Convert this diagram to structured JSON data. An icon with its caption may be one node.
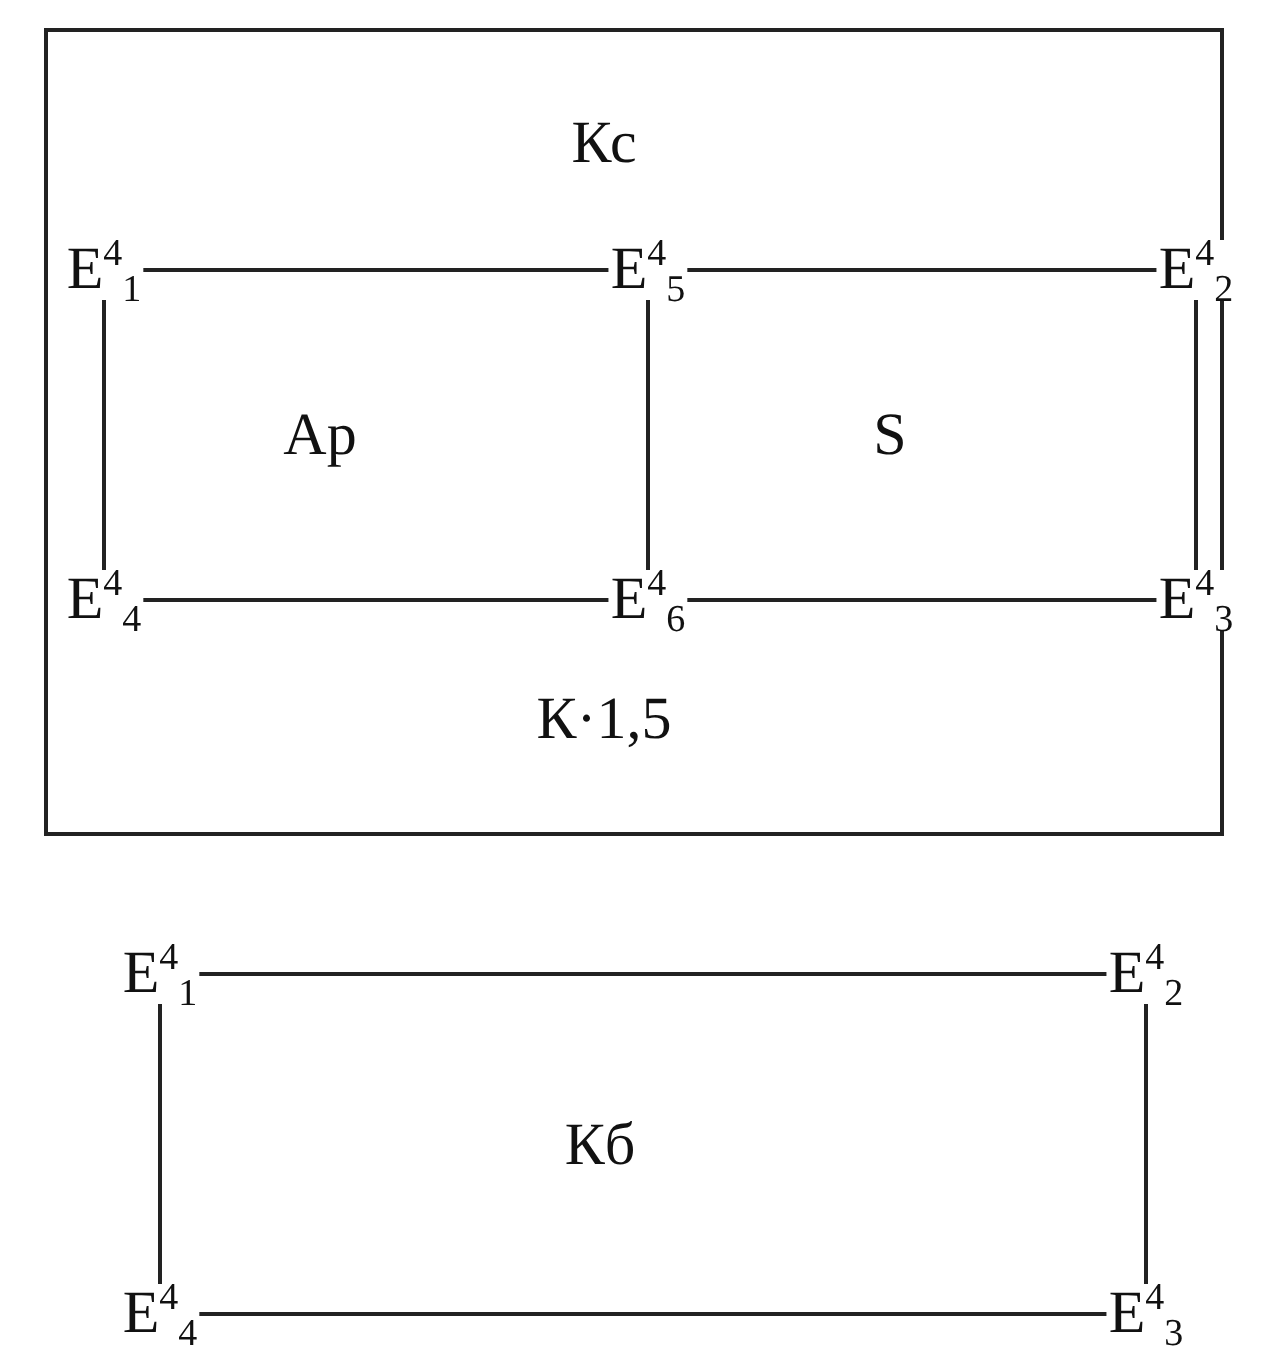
{
  "diagram": {
    "nodes": [
      {
        "text": [
          "Кс",
          "К·1,5"
        ]
      },
      {
        "text": [
          "E$^{4}$$_{1}$"
        ],
        "in": 0
      },
      {
        "text": [
          "E$^{4}$$_{5}$"
        ],
        "in": 0
      },
      {
        "text": [
          "E$^{4}$$_{2}$"
        ],
        "in": 0
      },
      {
        "text": [
          "E$^{4}$$_{4}$"
        ],
        "in": 0
      },
      {
        "text": [
          "E$^{4}$$_{6}$"
        ],
        "in": 0
      },
      {
        "text": [
          "E$^{4}$$_{3}$"
        ],
        "in": 0
      },
      {
        "text": [
          "E$^{4}$$_{1}$"
        ]
      },
      {
        "text": [
          "E$^{4}$$_{2}$"
        ]
      },
      {
        "text": [
          "E$^{4}$$_{4}$"
        ]
      },
      {
        "text": [
          "E$^{4}$$_{3}$"
        ]
      }
    ],
    "edges": [
      {
        "from": 1,
        "to": 2,
        "arrow": "none"
      },
      {
        "from": 2,
        "to": 3,
        "arrow": "none"
      },
      {
        "from": 1,
        "to": 4,
        "arrow": "none"
      },
      {
        "from": 2,
        "to": 5,
        "arrow": "none"
      },
      {
        "from": 3,
        "to": 6,
        "arrow": "none"
      },
      {
        "from": 4,
        "to": 5,
        "arrow": "none"
      },
      {
        "from": 5,
        "to": 6,
        "arrow": "none"
      },
      {
        "from": 7,
        "to": 8,
        "arrow": "none"
      },
      {
        "from": 7,
        "to": 9,
        "arrow": "none"
      },
      {
        "from": 8,
        "to": 10,
        "arrow": "none"
      },
      {
        "from": 9,
        "to": 10,
        "arrow": "none"
      }
    ],
    "labels": [
      "Ap",
      "S",
      "Кб"
    ]
  }
}
